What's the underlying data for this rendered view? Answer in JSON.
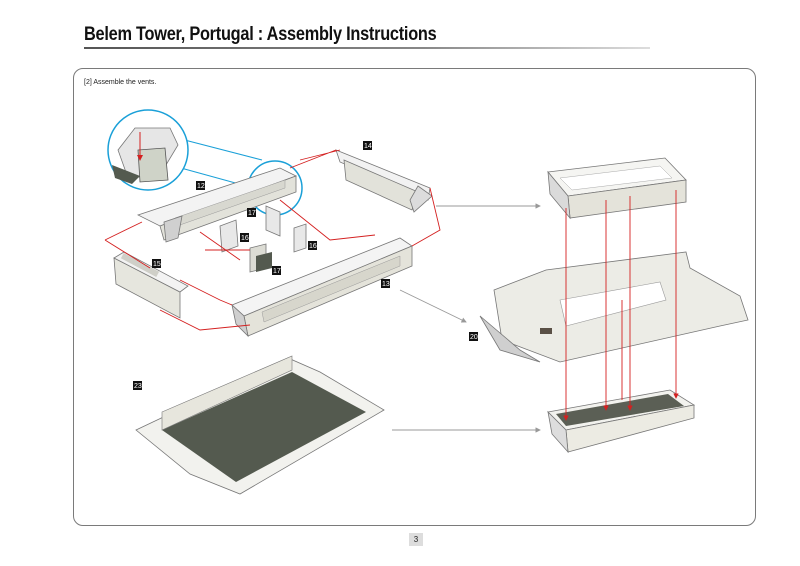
{
  "header": {
    "title": "Belem Tower, Portugal : Assembly Instructions"
  },
  "step": {
    "text": "[2] Assemble the vents."
  },
  "parts": {
    "p12": "12",
    "p13": "13",
    "p14": "14",
    "p15": "15",
    "p16a": "16",
    "p16b": "16",
    "p17a": "17",
    "p17b": "17",
    "p20": "20",
    "p23": "23"
  },
  "footer": {
    "page_number": "3"
  },
  "colors": {
    "accent_red": "#d42020",
    "zoom_blue": "#1aa0d8",
    "dark_fill": "#545a4f"
  }
}
